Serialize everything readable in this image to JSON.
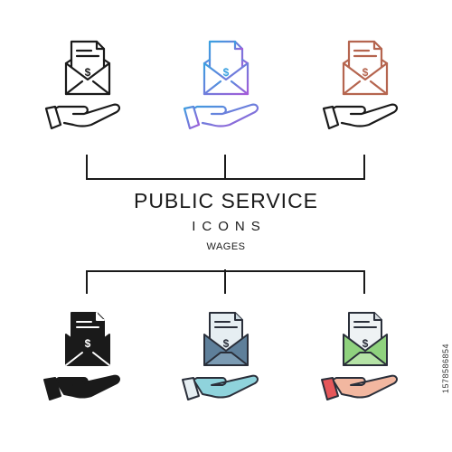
{
  "heading": {
    "title": "PUBLIC SERVICE",
    "subtitle": "ICONS",
    "caption": "WAGES"
  },
  "stock_id": "1578586854",
  "icons": [
    {
      "name": "wages-outline-black-icon",
      "style": "outline",
      "stroke": "#1a1a1a",
      "fill": "#ffffff"
    },
    {
      "name": "wages-gradient-outline-icon",
      "style": "gradient",
      "stroke": "#3aa0e0",
      "fill": "#ffffff"
    },
    {
      "name": "wages-outline-brown-icon",
      "style": "outline",
      "stroke": "#b5654f",
      "fill": "#ffffff"
    },
    {
      "name": "wages-glyph-black-icon",
      "style": "glyph",
      "stroke": "#1a1a1a",
      "fill": "#1a1a1a"
    },
    {
      "name": "wages-filled-blue-icon",
      "style": "filled",
      "stroke": "#2a2f3a",
      "fill": "#8fd3dc"
    },
    {
      "name": "wages-filled-color-icon",
      "style": "color",
      "stroke": "#2a2f3a",
      "fill": "#f2b7a0"
    }
  ],
  "colors": {
    "line": "#1a1a1a",
    "gradient_start": "#3aa0e0",
    "gradient_end": "#a45ad8"
  }
}
